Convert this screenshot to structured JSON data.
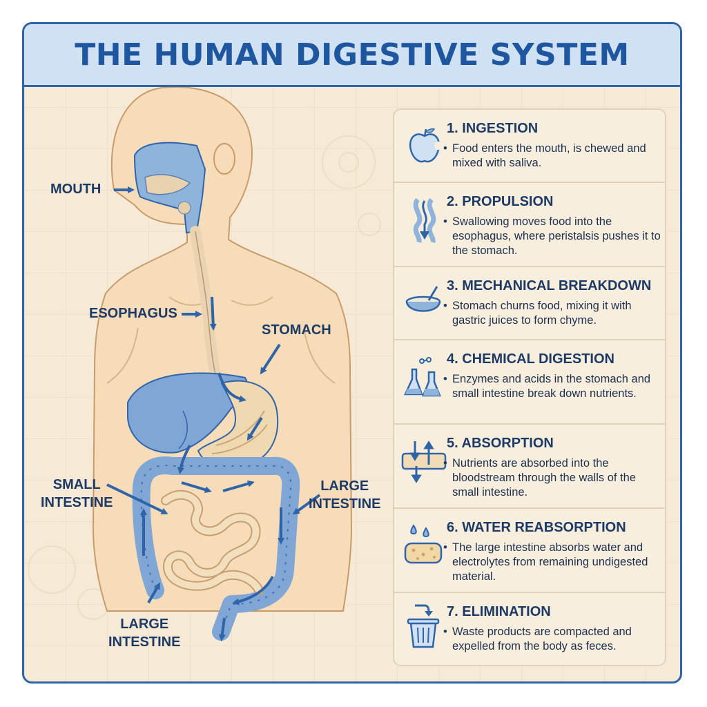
{
  "title": "THE HUMAN DIGESTIVE SYSTEM",
  "labels": {
    "mouth": "MOUTH",
    "esophagus": "ESOPHAGUS",
    "stomach": "STOMACH",
    "small_intestine_1": "SMALL",
    "small_intestine_2": "INTESTINE",
    "large_intestine_right_1": "LARGE",
    "large_intestine_right_2": "INTESTINE",
    "large_intestine_bottom_1": "LARGE",
    "large_intestine_bottom_2": "INTESTINE"
  },
  "steps": [
    {
      "title": "1. INGESTION",
      "desc": "Food enters the mouth, is chewed and mixed with saliva.",
      "icon": "apple-icon"
    },
    {
      "title": "2. PROPULSION",
      "desc": "Swallowing moves food into the esophagus, where peristalsis pushes it to the stomach.",
      "icon": "wave-arrows-icon"
    },
    {
      "title": "3. MECHANICAL BREAKDOWN",
      "desc": "Stomach churns food, mixing it with gastric juices to form chyme.",
      "icon": "bowl-icon"
    },
    {
      "title": "4. CHEMICAL DIGESTION",
      "desc": "Enzymes and acids in the stomach and small intestine break down nutrients.",
      "icon": "flasks-icon"
    },
    {
      "title": "5. ABSORPTION",
      "desc": "Nutrients are absorbed into the bloodstream through the walls of the small intestine.",
      "icon": "tube-arrows-icon"
    },
    {
      "title": "6. WATER REABSORPTION",
      "desc": "The large intestine absorbs water and electrolytes from remaining undigested material.",
      "icon": "sponge-drops-icon"
    },
    {
      "title": "7. ELIMINATION",
      "desc": "Waste products are compacted and expelled from the body as feces.",
      "icon": "trash-bin-icon"
    }
  ],
  "colors": {
    "border": "#2f65a8",
    "title_text": "#1f56a0",
    "title_bar": "#cfe1f2",
    "background": "#f6ead6",
    "skin": "#f6dcb8",
    "organ_blue": "#8fb4dc",
    "intestine_tan": "#f2dcb8",
    "label_text": "#1d3a66",
    "arrow": "#2f65a8"
  }
}
